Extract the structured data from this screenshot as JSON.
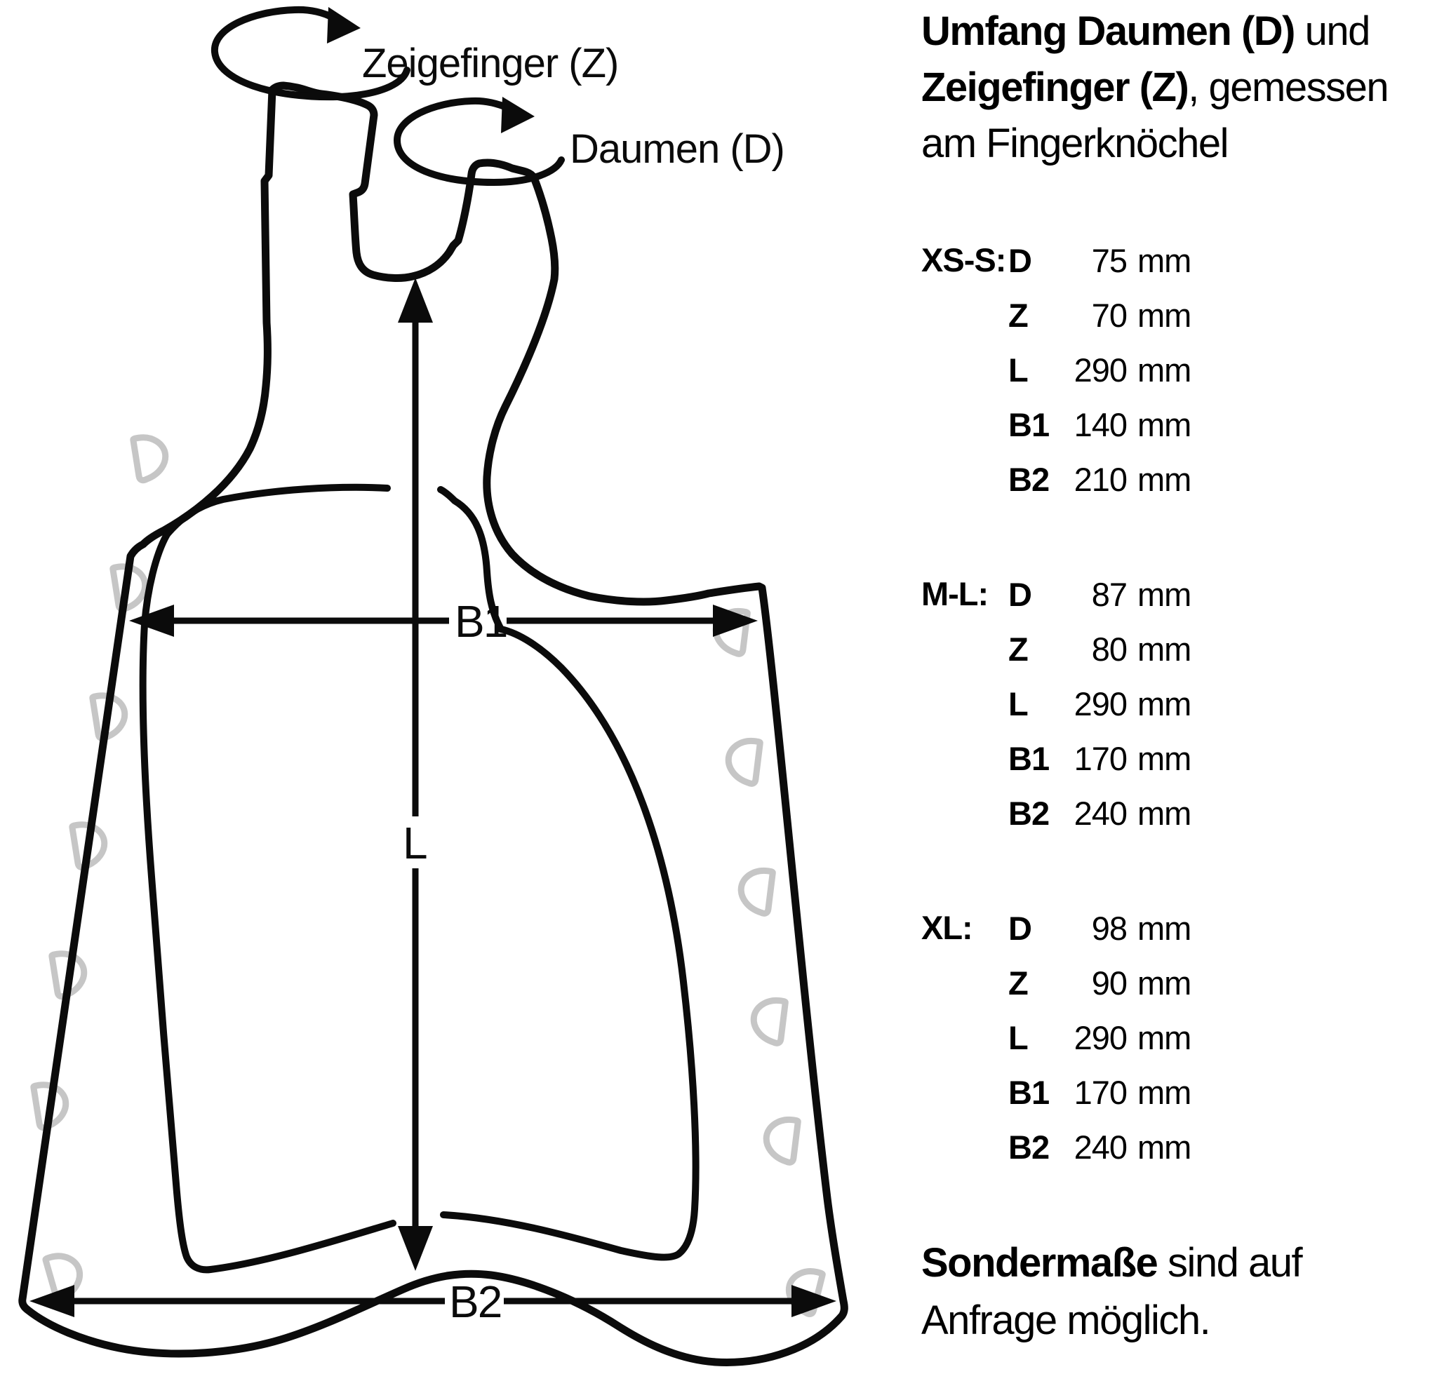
{
  "figure": {
    "rotation_labels": {
      "index_finger": "Zeigefinger (Z)",
      "thumb": "Daumen (D)"
    },
    "dimension_labels": {
      "width_top": "B1",
      "length": "L",
      "width_bottom": "B2"
    },
    "colors": {
      "outline": "#0b0b0b",
      "loops": "#c6c6c6"
    }
  },
  "sizing_panel": {
    "intro": {
      "line1_bold": "Umfang Daumen (D)",
      "line1_rest": " und",
      "line2_bold": "Zeigefinger (Z)",
      "line2_rest": ", gemessen",
      "line3": "am Fingerknöchel"
    },
    "sizes": [
      {
        "label": "XS-S:",
        "rows": [
          {
            "key": "D",
            "value": "75",
            "unit": "mm"
          },
          {
            "key": "Z",
            "value": "70",
            "unit": "mm"
          },
          {
            "key": "L",
            "value": "290",
            "unit": "mm"
          },
          {
            "key": "B1",
            "value": "140",
            "unit": "mm"
          },
          {
            "key": "B2",
            "value": "210",
            "unit": "mm"
          }
        ]
      },
      {
        "label": "M-L:",
        "rows": [
          {
            "key": "D",
            "value": "87",
            "unit": "mm"
          },
          {
            "key": "Z",
            "value": "80",
            "unit": "mm"
          },
          {
            "key": "L",
            "value": "290",
            "unit": "mm"
          },
          {
            "key": "B1",
            "value": "170",
            "unit": "mm"
          },
          {
            "key": "B2",
            "value": "240",
            "unit": "mm"
          }
        ]
      },
      {
        "label": "XL:",
        "rows": [
          {
            "key": "D",
            "value": "98",
            "unit": "mm"
          },
          {
            "key": "Z",
            "value": "90",
            "unit": "mm"
          },
          {
            "key": "L",
            "value": "290",
            "unit": "mm"
          },
          {
            "key": "B1",
            "value": "170",
            "unit": "mm"
          },
          {
            "key": "B2",
            "value": "240",
            "unit": "mm"
          }
        ]
      }
    ],
    "note": {
      "bold": "Sondermaße",
      "rest": " sind auf",
      "line2": "Anfrage möglich."
    }
  }
}
